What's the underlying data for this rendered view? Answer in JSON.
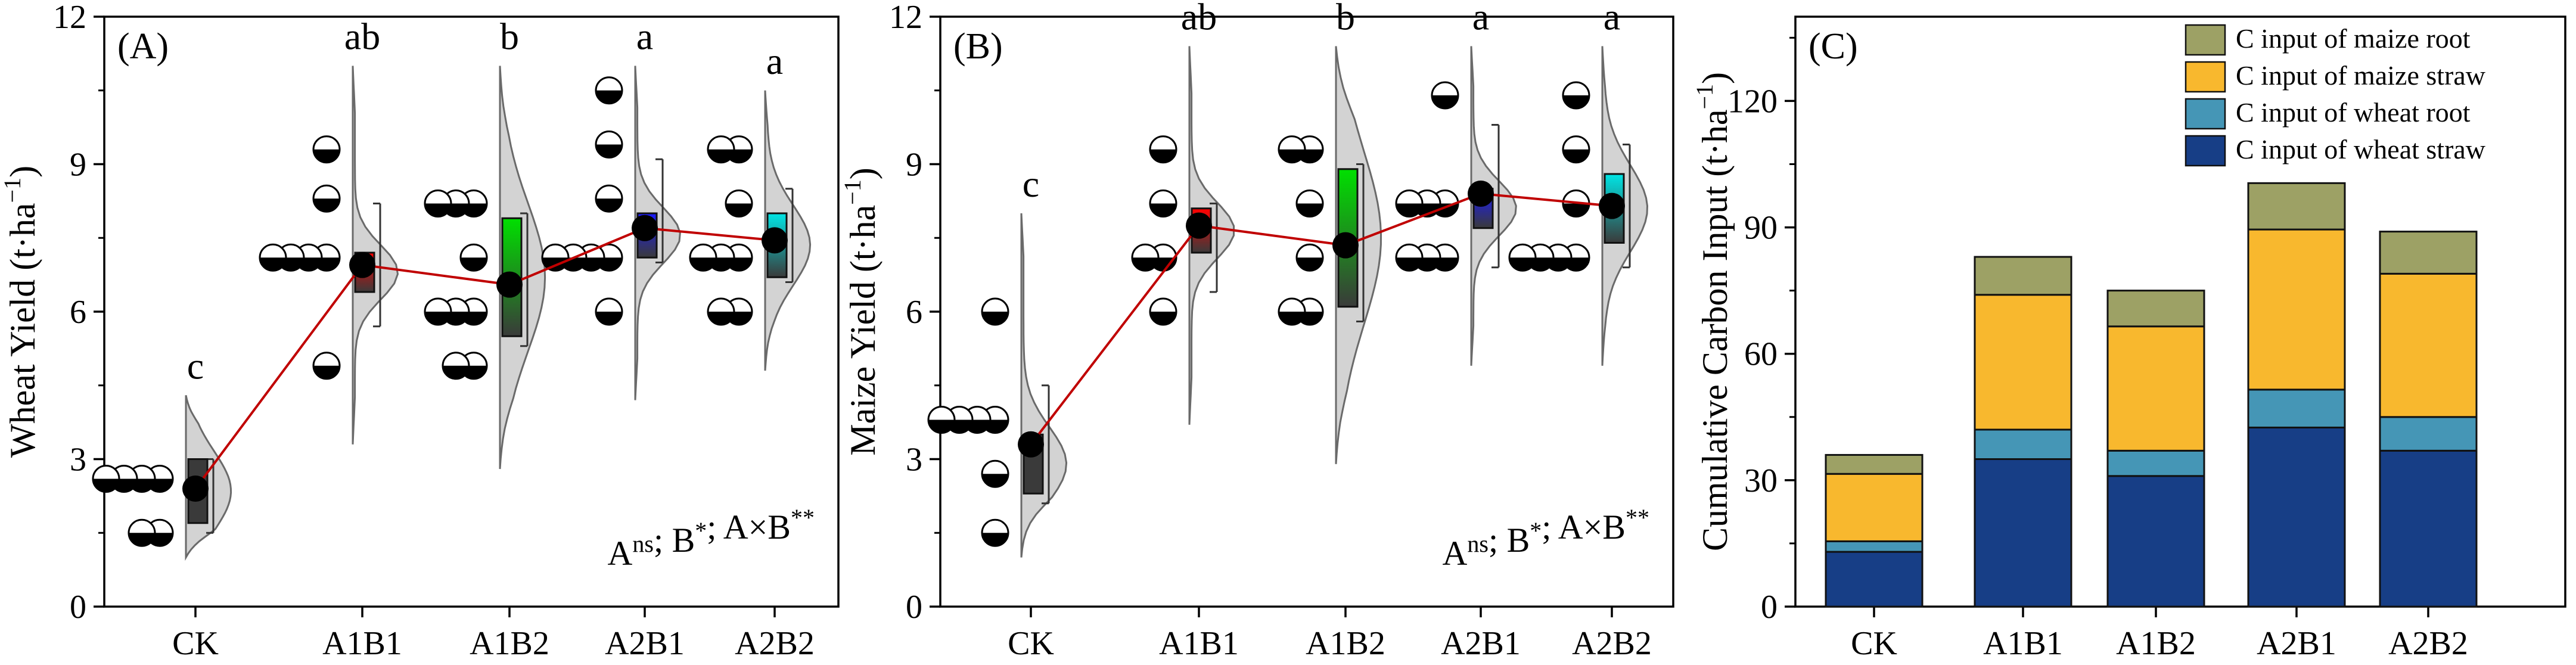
{
  "chart_data": [
    {
      "panel": "(A)",
      "type": "raincloud",
      "ylabel": "Wheat Yield (t·ha",
      "ylabel_sup": "−1",
      "ylabel_tail": ")",
      "ylim": [
        0,
        12
      ],
      "yticks": [
        "0",
        "3",
        "6",
        "9",
        "12"
      ],
      "categories": [
        "CK",
        "A1B1",
        "A1B2",
        "A2B1",
        "A2B2"
      ],
      "means": [
        2.4,
        6.95,
        6.55,
        7.7,
        7.45
      ],
      "boxes": [
        {
          "q1": 1.7,
          "q3": 3.0,
          "whisker_low": 1.5,
          "whisker_high": 3.0
        },
        {
          "q1": 6.4,
          "q3": 7.2,
          "whisker_low": 5.7,
          "whisker_high": 8.2
        },
        {
          "q1": 5.5,
          "q3": 7.9,
          "whisker_low": 5.3,
          "whisker_high": 8.0
        },
        {
          "q1": 7.1,
          "q3": 8.0,
          "whisker_low": 7.0,
          "whisker_high": 9.1
        },
        {
          "q1": 6.7,
          "q3": 8.0,
          "whisker_low": 6.6,
          "whisker_high": 8.5
        }
      ],
      "points": [
        [
          [
            2.6,
            4
          ],
          [
            1.5,
            2
          ]
        ],
        [
          [
            7.1,
            4
          ],
          [
            9.3,
            1
          ],
          [
            8.3,
            1
          ],
          [
            4.9,
            1
          ]
        ],
        [
          [
            8.2,
            3
          ],
          [
            7.1,
            1
          ],
          [
            6.0,
            3
          ],
          [
            4.9,
            2
          ]
        ],
        [
          [
            10.5,
            1
          ],
          [
            9.4,
            1
          ],
          [
            8.3,
            1
          ],
          [
            7.1,
            4
          ],
          [
            6.0,
            1
          ]
        ],
        [
          [
            9.3,
            2
          ],
          [
            8.2,
            1
          ],
          [
            7.1,
            3
          ],
          [
            6.0,
            2
          ]
        ]
      ],
      "density_range": [
        [
          1.0,
          4.3
        ],
        [
          3.3,
          11.0
        ],
        [
          2.8,
          11.0
        ],
        [
          4.2,
          11.0
        ],
        [
          4.8,
          10.5
        ]
      ],
      "box_colors": [
        "#3a3a3a",
        "#ff0000",
        "#00e000",
        "#1a1aff",
        "#00e5e5"
      ],
      "significance": [
        "c",
        "ab",
        "b",
        "a",
        "a"
      ],
      "stat": {
        "A": "ns",
        "B": "*",
        "AB": "**"
      }
    },
    {
      "panel": "(B)",
      "type": "raincloud",
      "ylabel": "Maize Yield (t·ha",
      "ylabel_sup": "−1",
      "ylabel_tail": ")",
      "ylim": [
        0,
        12
      ],
      "yticks": [
        "0",
        "3",
        "6",
        "9",
        "12"
      ],
      "categories": [
        "CK",
        "A1B1",
        "A1B2",
        "A2B1",
        "A2B2"
      ],
      "means": [
        3.3,
        7.75,
        7.35,
        8.4,
        8.15
      ],
      "boxes": [
        {
          "q1": 2.3,
          "q3": 3.5,
          "whisker_low": 2.1,
          "whisker_high": 4.5
        },
        {
          "q1": 7.2,
          "q3": 8.1,
          "whisker_low": 6.4,
          "whisker_high": 8.2
        },
        {
          "q1": 6.1,
          "q3": 8.9,
          "whisker_low": 5.8,
          "whisker_high": 9.0
        },
        {
          "q1": 7.7,
          "q3": 8.5,
          "whisker_low": 6.9,
          "whisker_high": 9.8
        },
        {
          "q1": 7.4,
          "q3": 8.8,
          "whisker_low": 6.9,
          "whisker_high": 9.4
        }
      ],
      "points": [
        [
          [
            6.0,
            1
          ],
          [
            3.8,
            4
          ],
          [
            2.7,
            1
          ],
          [
            1.5,
            1
          ]
        ],
        [
          [
            9.3,
            1
          ],
          [
            8.2,
            1
          ],
          [
            7.1,
            2
          ],
          [
            6.0,
            1
          ]
        ],
        [
          [
            9.3,
            2
          ],
          [
            8.2,
            1
          ],
          [
            7.1,
            1
          ],
          [
            6.0,
            2
          ]
        ],
        [
          [
            10.4,
            1
          ],
          [
            8.2,
            3
          ],
          [
            7.1,
            3
          ]
        ],
        [
          [
            10.4,
            1
          ],
          [
            9.3,
            1
          ],
          [
            8.2,
            1
          ],
          [
            7.1,
            4
          ]
        ]
      ],
      "density_range": [
        [
          1.0,
          8.0
        ],
        [
          3.7,
          11.4
        ],
        [
          2.9,
          11.4
        ],
        [
          4.9,
          11.4
        ],
        [
          4.9,
          11.4
        ]
      ],
      "box_colors": [
        "#3a3a3a",
        "#ff0000",
        "#00e000",
        "#1a1aff",
        "#00e5e5"
      ],
      "significance": [
        "c",
        "ab",
        "b",
        "a",
        "a"
      ],
      "stat": {
        "A": "ns",
        "B": "*",
        "AB": "**"
      }
    },
    {
      "panel": "(C)",
      "type": "bar",
      "stacked": true,
      "ylabel": "Cumulative Carbon Input (t·ha",
      "ylabel_sup": "−1",
      "ylabel_tail": ")",
      "ylim": [
        0,
        140
      ],
      "yticks": [
        "0",
        "30",
        "60",
        "90",
        "120"
      ],
      "categories": [
        "CK",
        "A1B1",
        "A1B2",
        "A2B1",
        "A2B2"
      ],
      "series": [
        {
          "name": "C input of wheat straw",
          "color": "#173e86",
          "values": [
            13.0,
            35.0,
            31.0,
            42.5,
            37.0
          ]
        },
        {
          "name": "C input of wheat root",
          "color": "#4596b6",
          "values": [
            2.5,
            7.0,
            6.0,
            9.0,
            8.0
          ]
        },
        {
          "name": "C input of maize straw",
          "color": "#f8b82e",
          "values": [
            16.0,
            32.0,
            29.5,
            38.0,
            34.0
          ]
        },
        {
          "name": "C input of maize root",
          "color": "#9da165",
          "values": [
            4.5,
            9.0,
            8.5,
            11.0,
            10.0
          ]
        }
      ],
      "legend_order": [
        "C input of maize root",
        "C input of maize straw",
        "C input of wheat root",
        "C input of wheat straw"
      ],
      "legend": "top-right"
    }
  ]
}
